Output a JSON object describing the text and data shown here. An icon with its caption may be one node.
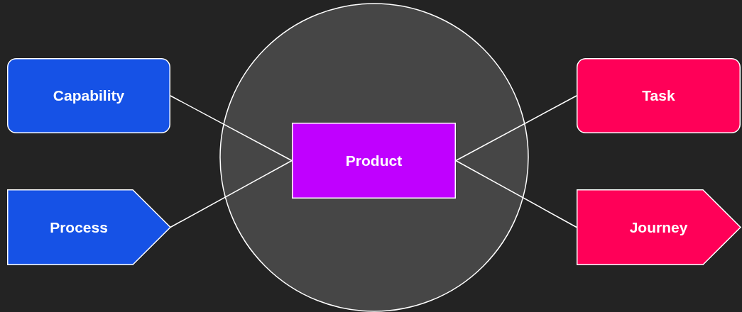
{
  "diagram": {
    "nodes": [
      {
        "text": [
          "Capability"
        ]
      },
      {
        "text": [
          "Process"
        ]
      },
      {
        "text": [],
        "shape": "circle"
      },
      {
        "text": [
          "Product"
        ],
        "in": 2
      },
      {
        "text": [
          "Task"
        ]
      },
      {
        "text": [
          "Journey"
        ]
      }
    ],
    "edges": [
      {
        "from": 0,
        "to": 3,
        "arrow": "none"
      },
      {
        "from": 1,
        "to": 3,
        "arrow": "none"
      },
      {
        "from": 3,
        "to": 4,
        "arrow": "none"
      },
      {
        "from": 3,
        "to": 5,
        "arrow": "none"
      }
    ]
  }
}
